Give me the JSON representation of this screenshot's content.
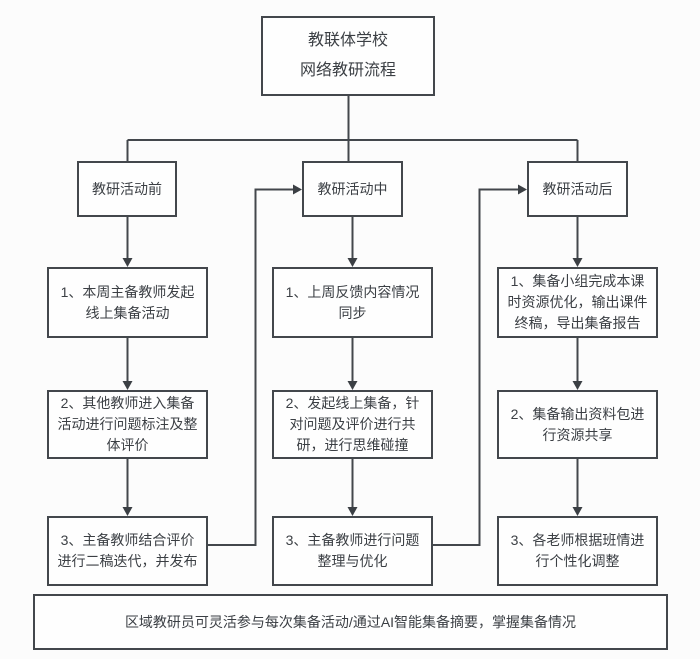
{
  "title": "教联体学校\n网络教研流程",
  "columns": [
    {
      "header": "教研活动前",
      "steps": [
        "1、本周主备教师发起线上集备活动",
        "2、其他教师进入集备活动进行问题标注及整体评价",
        "3、主备教师结合评价进行二稿迭代，并发布"
      ]
    },
    {
      "header": "教研活动中",
      "steps": [
        "1、上周反馈内容情况同步",
        "2、发起线上集备，针对问题及评价进行共研，进行思维碰撞",
        "3、主备教师进行问题整理与优化"
      ]
    },
    {
      "header": "教研活动后",
      "steps": [
        "1、集备小组完成本课时资源优化，输出课件终稿，导出集备报告",
        "2、集备输出资料包进行资源共享",
        "3、各老师根据班情进行个性化调整"
      ]
    }
  ],
  "footer": "区域教研员可灵活参与每次集备活动/通过AI智能集备摘要，掌握集备情况",
  "colors": {
    "line": "#43474c",
    "text": "#3b3f44",
    "background": "#fcfcfc"
  }
}
